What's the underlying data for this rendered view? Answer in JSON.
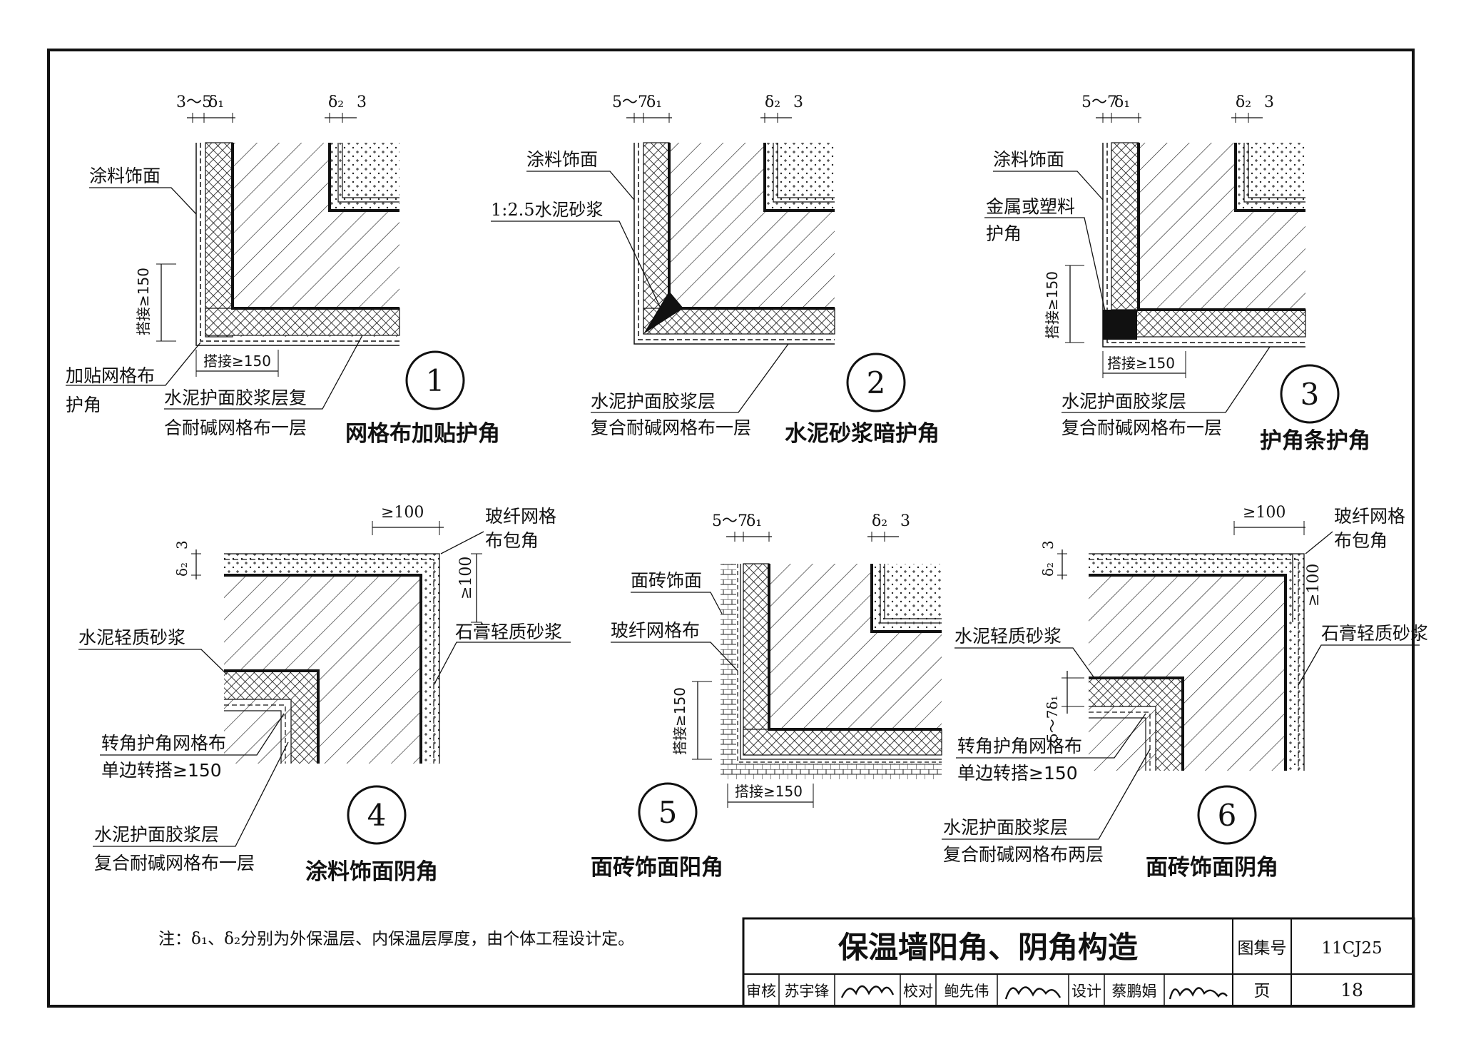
{
  "details": [
    {
      "number": "1",
      "title": "网格布加贴护角",
      "labels": {
        "finish": "涂料饰面",
        "lap_v": "搭接≥150",
        "lap_h": "搭接≥150",
        "mesh_corner_1": "加贴网格布",
        "mesh_corner_2": "护角",
        "layer_1": "水泥护面胶浆层复",
        "layer_2": "合耐碱网格布一层"
      },
      "dims": {
        "left": "3～5",
        "d1": "δ₁",
        "d2": "δ₂",
        "right": "3"
      }
    },
    {
      "number": "2",
      "title": "水泥砂浆暗护角",
      "labels": {
        "finish": "涂料饰面",
        "mortar": "1:2.5水泥砂浆",
        "layer_1": "水泥护面胶浆层",
        "layer_2": "复合耐碱网格布一层"
      },
      "dims": {
        "left": "5～7",
        "d1": "δ₁",
        "d2": "δ₂",
        "right": "3"
      }
    },
    {
      "number": "3",
      "title": "护角条护角",
      "labels": {
        "finish": "涂料饰面",
        "strip_1": "金属或塑料",
        "strip_2": "护角",
        "lap_v": "搭接≥150",
        "lap_h": "搭接≥150",
        "layer_1": "水泥护面胶浆层",
        "layer_2": "复合耐碱网格布一层"
      },
      "dims": {
        "left": "5～7",
        "d1": "δ₁",
        "d2": "δ₂",
        "right": "3"
      }
    },
    {
      "number": "4",
      "title": "涂料饰面阴角",
      "labels": {
        "wrap_1": "玻纤网格",
        "wrap_2": "布包角",
        "plaster": "石膏轻质砂浆",
        "cement_light": "水泥轻质砂浆",
        "mesh_1": "转角护角网格布",
        "mesh_2": "单边转搭≥150",
        "layer_1": "水泥护面胶浆层",
        "layer_2": "复合耐碱网格布一层"
      },
      "dims": {
        "top": "≥100",
        "side": "≥100",
        "d2": "δ₂",
        "right": "3"
      }
    },
    {
      "number": "5",
      "title": "面砖饰面阳角",
      "labels": {
        "tile": "面砖饰面",
        "mesh": "玻纤网格布",
        "lap_v": "搭接≥150",
        "lap_h": "搭接≥150"
      },
      "dims": {
        "left": "5～7",
        "d1": "δ₁",
        "d2": "δ₂",
        "right": "3"
      }
    },
    {
      "number": "6",
      "title": "面砖饰面阴角",
      "labels": {
        "wrap_1": "玻纤网格",
        "wrap_2": "布包角",
        "plaster": "石膏轻质砂浆",
        "cement_light": "水泥轻质砂浆",
        "mesh_1": "转角护角网格布",
        "mesh_2": "单边转搭≥150",
        "layer_1": "水泥护面胶浆层",
        "layer_2": "复合耐碱网格布两层"
      },
      "dims": {
        "top": "≥100",
        "side": "≥100",
        "d2": "δ₂",
        "right": "3",
        "side_d1": "5～7δ₁"
      }
    }
  ],
  "note": "注：δ₁、δ₂分别为外保温层、内保温层厚度，由个体工程设计定。",
  "title_block": {
    "title": "保温墙阳角、阴角构造",
    "atlas_label": "图集号",
    "atlas_no": "11CJ25",
    "page_label": "页",
    "page_no": "18",
    "review_label": "审核",
    "reviewer": "苏宇锋",
    "check_label": "校对",
    "checker": "鲍先伟",
    "design_label": "设计",
    "designer": "蔡鹏娟"
  }
}
